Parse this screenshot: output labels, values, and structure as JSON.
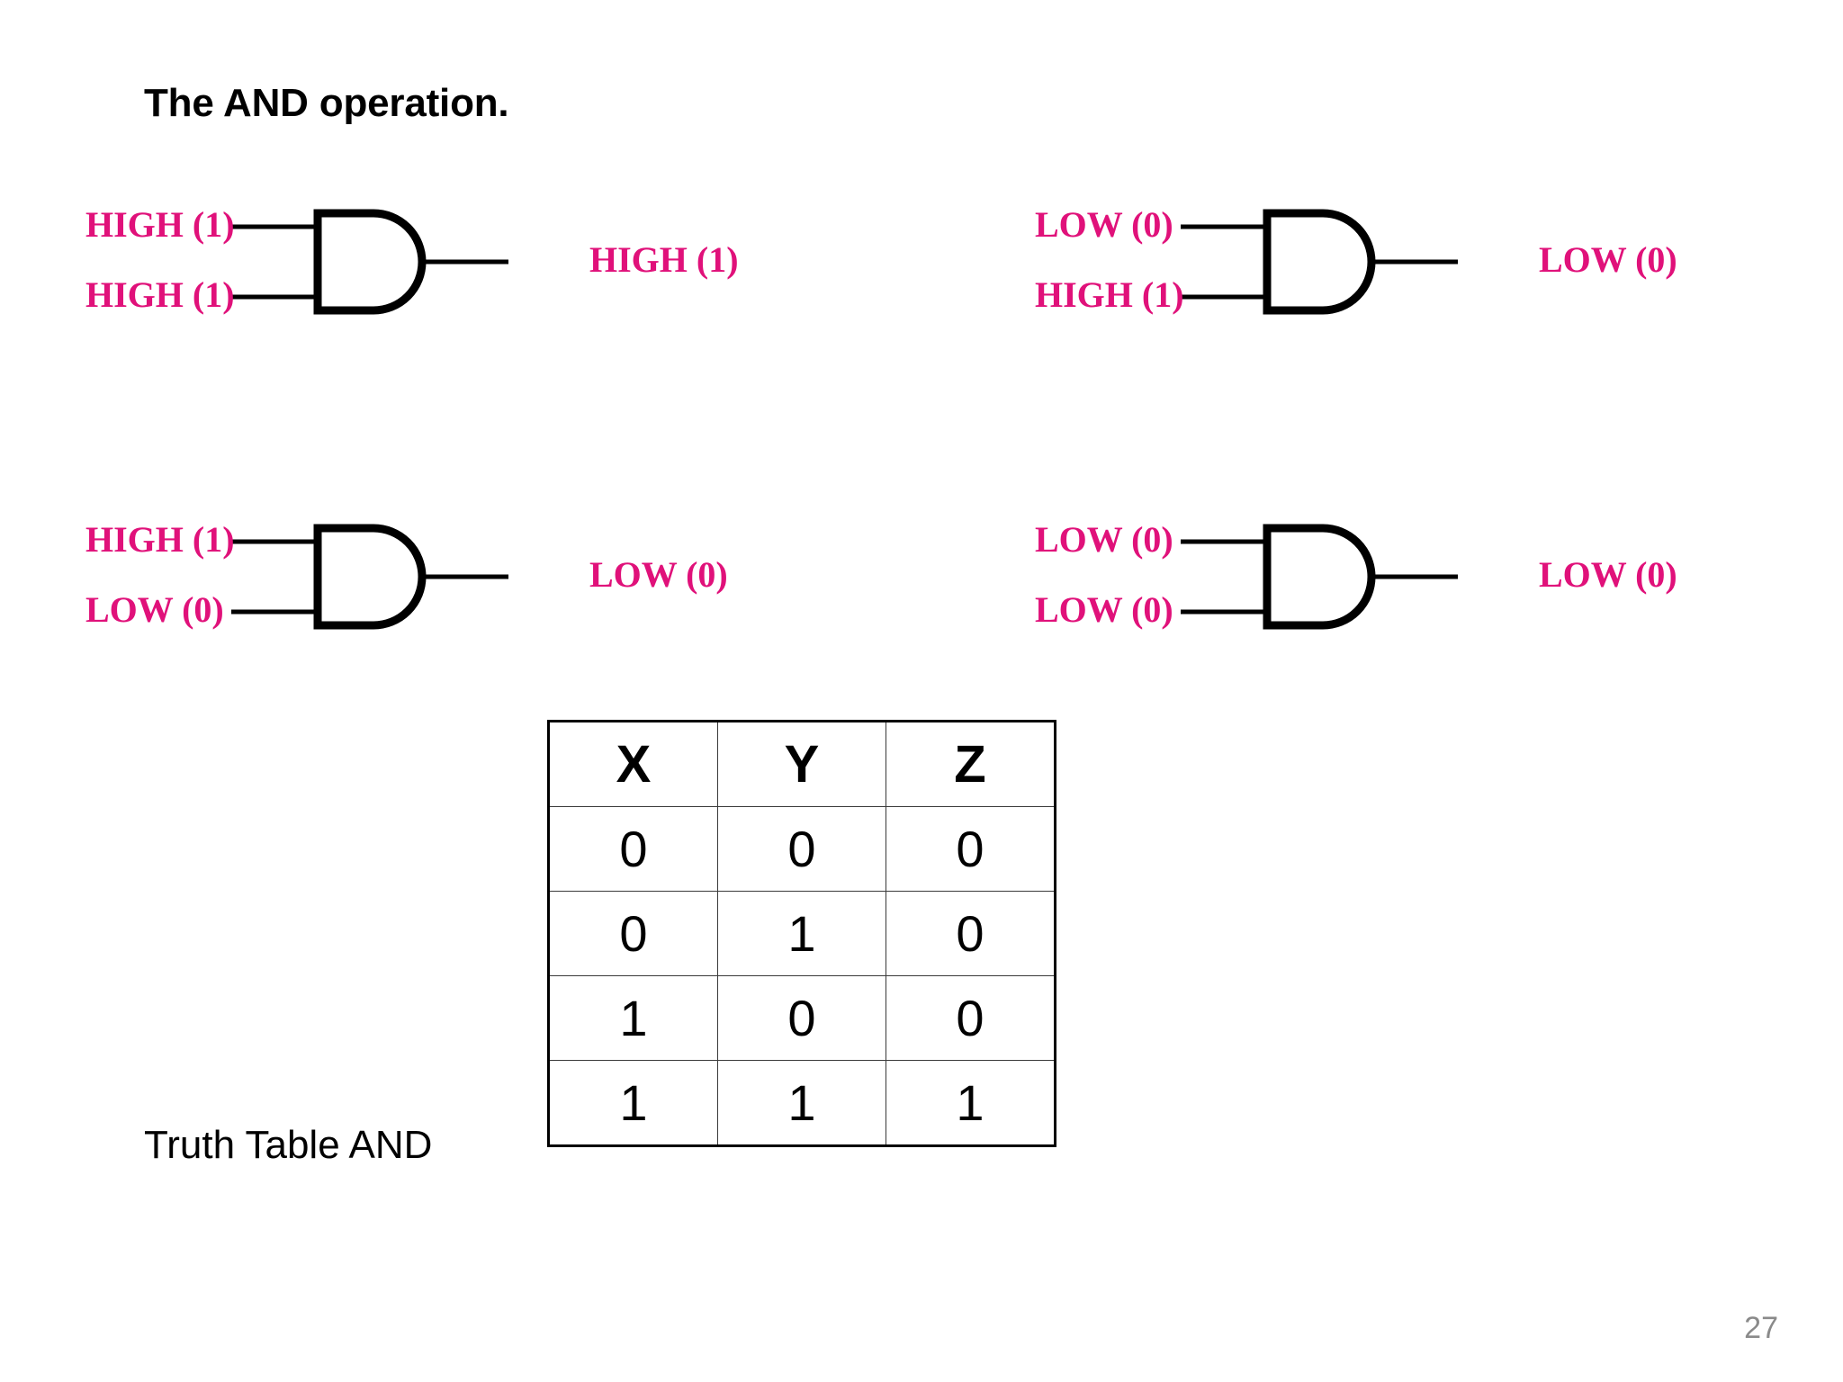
{
  "slide": {
    "title": "The AND operation.",
    "page_number": "27",
    "accent_color": "#E0117A",
    "line_color": "#000000",
    "page_number_color": "#8a8a8a"
  },
  "gates": [
    {
      "id": "gate-high-high",
      "position": "top-left",
      "symbol": "and-gate",
      "input_a": "HIGH (1)",
      "input_b": "HIGH (1)",
      "output": "HIGH (1)"
    },
    {
      "id": "gate-low-high",
      "position": "top-right",
      "symbol": "and-gate",
      "input_a": "LOW (0)",
      "input_b": "HIGH (1)",
      "output": "LOW (0)"
    },
    {
      "id": "gate-high-low",
      "position": "bottom-left",
      "symbol": "and-gate",
      "input_a": "HIGH (1)",
      "input_b": "LOW (0)",
      "output": "LOW (0)"
    },
    {
      "id": "gate-low-low",
      "position": "bottom-right",
      "symbol": "and-gate",
      "input_a": "LOW (0)",
      "input_b": "LOW (0)",
      "output": "LOW (0)"
    }
  ],
  "truth_table": {
    "caption": "Truth Table AND",
    "columns": [
      "X",
      "Y",
      "Z"
    ],
    "rows": [
      [
        "0",
        "0",
        "0"
      ],
      [
        "0",
        "1",
        "0"
      ],
      [
        "1",
        "0",
        "0"
      ],
      [
        "1",
        "1",
        "1"
      ]
    ]
  }
}
